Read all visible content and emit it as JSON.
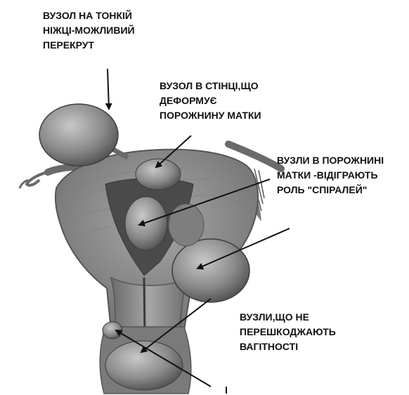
{
  "labels": {
    "pedunculated_node": "ВУЗОЛ НА ТОНКІЙ\nНІЖЦІ-МОЖЛИВИЙ\nПЕРЕКРУТ",
    "intramural_node": "ВУЗОЛ В СТІНЦІ,ЩО\nДЕФОРМУЄ\nПОРОЖНИНУ МАТКИ",
    "submucous_nodes": "ВУЗЛИ В ПОРОЖНИНІ\nМАТКИ -ВІДІГРАЮТЬ\nРОЛЬ \"СПІРАЛЕЙ\"",
    "non_obstructing_nodes": "ВУЗЛИ,ЩО НЕ\nПЕРЕШКОДЖАЮТЬ\nВАГІТНОСТІ"
  },
  "colors": {
    "tissue_dark": "#5e5e5e",
    "tissue_mid": "#8c8c8c",
    "tissue_light": "#b4b4b4",
    "cavity": "#4a4a4a",
    "arrow": "#111111"
  }
}
